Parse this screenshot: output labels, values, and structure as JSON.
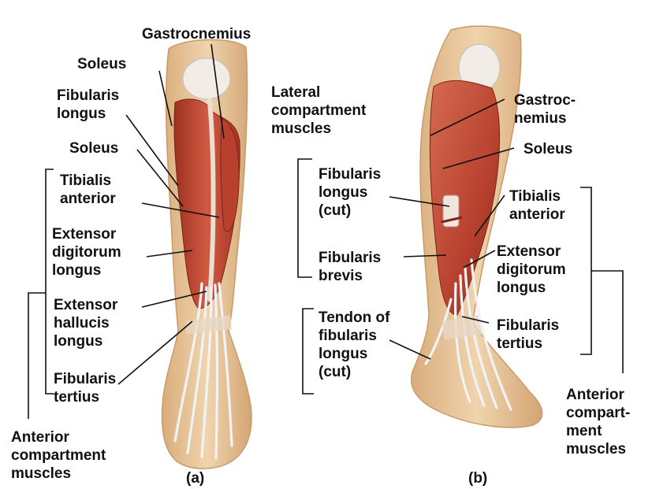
{
  "figure": {
    "colors": {
      "skin": "#e8c59a",
      "skin_dark": "#c99a66",
      "muscle": "#c8503c",
      "muscle_dark": "#8f2a1e",
      "muscle_light": "#de7a63",
      "tendon": "#eef0f4",
      "tendon_shadow": "#b9bdc6",
      "line": "#111111"
    },
    "panel_a": {
      "caption": "(a)",
      "labels": {
        "gastrocnemius": "Gastrocnemius",
        "soleus_top": "Soleus",
        "fibularis_longus": [
          "Fibularis",
          "longus"
        ],
        "soleus_mid": "Soleus",
        "tibialis_anterior": [
          "Tibialis",
          "anterior"
        ],
        "extensor_digitorum_longus": [
          "Extensor",
          "digitorum",
          "longus"
        ],
        "extensor_hallucis_longus": [
          "Extensor",
          "hallucis",
          "longus"
        ],
        "fibularis_tertius": [
          "Fibularis",
          "tertius"
        ],
        "anterior_compartment_muscles": [
          "Anterior",
          "compartment",
          "muscles"
        ]
      }
    },
    "panel_b": {
      "caption": "(b)",
      "labels": {
        "lateral_compartment_muscles": [
          "Lateral",
          "compartment",
          "muscles"
        ],
        "fibularis_longus_cut": [
          "Fibularis",
          "longus",
          "(cut)"
        ],
        "fibularis_brevis": [
          "Fibularis",
          "brevis"
        ],
        "tendon_of_fibularis_longus_cut": [
          "Tendon of",
          "fibularis",
          "longus",
          "(cut)"
        ],
        "gastrocnemius": [
          "Gastroc-",
          "nemius"
        ],
        "soleus": "Soleus",
        "tibialis_anterior": [
          "Tibialis",
          "anterior"
        ],
        "extensor_digitorum_longus": [
          "Extensor",
          "digitorum",
          "longus"
        ],
        "fibularis_tertius": [
          "Fibularis",
          "tertius"
        ],
        "anterior_compartment_muscles": [
          "Anterior",
          "compart-",
          "ment",
          "muscles"
        ]
      }
    }
  }
}
